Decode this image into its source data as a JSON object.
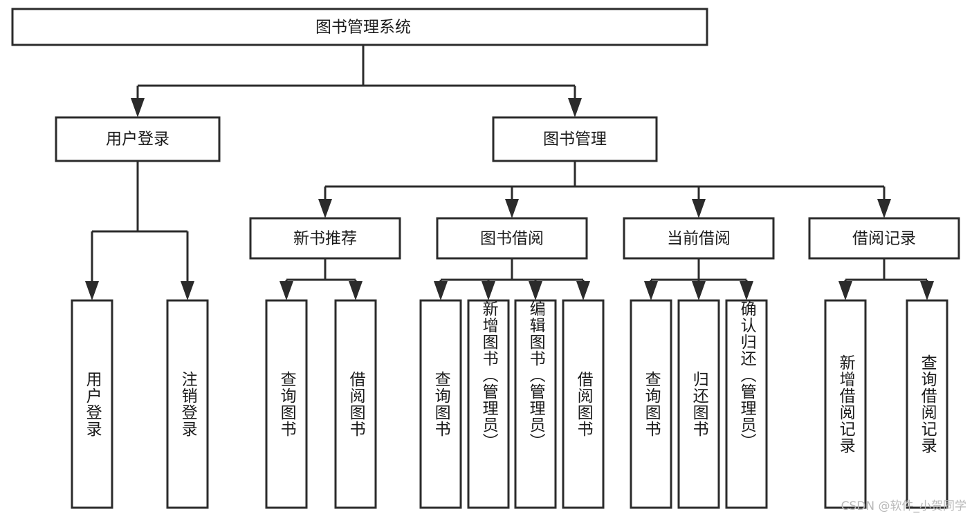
{
  "diagram": {
    "title": "图书管理系统",
    "watermark": "CSDN @软件_小贺同学",
    "colors": {
      "stroke": "#2b2b2b",
      "fill": "#ffffff",
      "text": "#1b1b1b",
      "watermark": "#b9b9b9",
      "background": "#ffffff"
    },
    "root": {
      "label": "图书管理系统"
    },
    "level2": [
      {
        "label": "用户登录"
      },
      {
        "label": "图书管理"
      }
    ],
    "level3": [
      {
        "label": "新书推荐"
      },
      {
        "label": "图书借阅"
      },
      {
        "label": "当前借阅"
      },
      {
        "label": "借阅记录"
      }
    ],
    "leaves": {
      "user_login": [
        {
          "label": "用户登录"
        },
        {
          "label": "注销登录"
        }
      ],
      "new_book_recommend": [
        {
          "label": "查询图书"
        },
        {
          "label": "借阅图书"
        }
      ],
      "book_borrow": [
        {
          "label": "查询图书"
        },
        {
          "label": "新增图书（管理员）"
        },
        {
          "label": "编辑图书（管理员）"
        },
        {
          "label": "借阅图书"
        }
      ],
      "current_borrow": [
        {
          "label": "查询图书"
        },
        {
          "label": "归还图书"
        },
        {
          "label": "确认归还（管理员）"
        }
      ],
      "borrow_record": [
        {
          "label": "新增借阅记录"
        },
        {
          "label": "查询借阅记录"
        }
      ]
    }
  }
}
